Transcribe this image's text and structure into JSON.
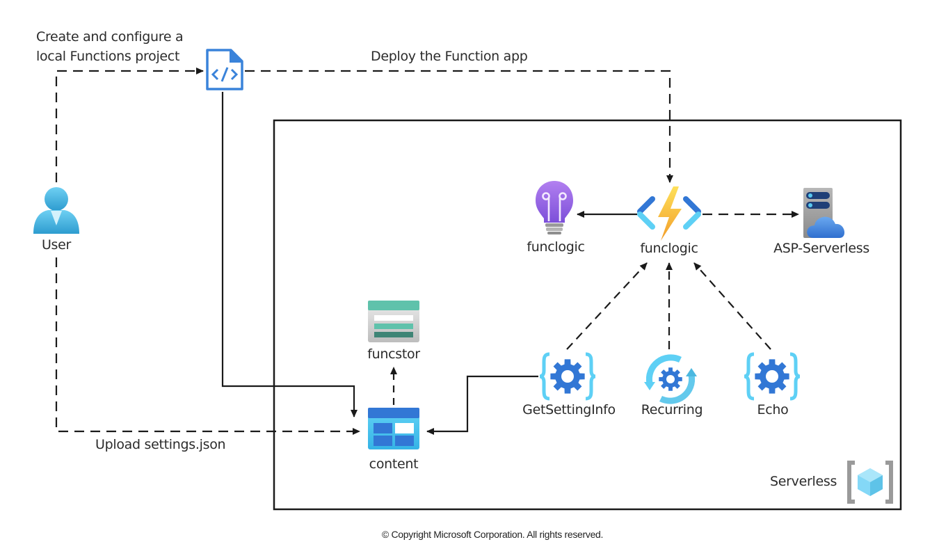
{
  "diagram": {
    "annotations": {
      "create_project": [
        "Create and configure a",
        "local Functions project"
      ],
      "deploy": "Deploy the Function app",
      "upload": "Upload settings.json"
    },
    "nodes": {
      "user": {
        "label": "User",
        "icon": "user-icon"
      },
      "code_file": {
        "label": "",
        "icon": "code-file-icon"
      },
      "app_insights": {
        "label": "funclogic",
        "icon": "application-insights-icon"
      },
      "function_app": {
        "label": "funclogic",
        "icon": "function-app-icon"
      },
      "app_service_plan": {
        "label": "ASP-Serverless",
        "icon": "app-service-plan-icon"
      },
      "storage_account": {
        "label": "funcstor",
        "icon": "storage-account-icon"
      },
      "blob_container": {
        "label": "content",
        "icon": "storage-container-icon"
      },
      "fn_getsettinginfo": {
        "label": "GetSettingInfo",
        "icon": "function-icon"
      },
      "fn_recurring": {
        "label": "Recurring",
        "icon": "timer-function-icon"
      },
      "fn_echo": {
        "label": "Echo",
        "icon": "function-icon"
      }
    },
    "resource_group": {
      "label": "Serverless",
      "icon": "resource-group-icon"
    },
    "edges": [
      {
        "from": "user",
        "to": "code_file",
        "style": "dashed",
        "label": "Create and configure a local Functions project"
      },
      {
        "from": "code_file",
        "to": "function_app",
        "style": "dashed",
        "label": "Deploy the Function app"
      },
      {
        "from": "code_file",
        "to": "blob_container",
        "style": "solid"
      },
      {
        "from": "user",
        "to": "blob_container",
        "style": "dashed",
        "label": "Upload settings.json"
      },
      {
        "from": "blob_container",
        "to": "storage_account",
        "style": "dashed"
      },
      {
        "from": "function_app",
        "to": "app_insights",
        "style": "solid"
      },
      {
        "from": "function_app",
        "to": "app_service_plan",
        "style": "dashed"
      },
      {
        "from": "fn_getsettinginfo",
        "to": "function_app",
        "style": "dashed"
      },
      {
        "from": "fn_recurring",
        "to": "function_app",
        "style": "dashed"
      },
      {
        "from": "fn_echo",
        "to": "function_app",
        "style": "dashed"
      },
      {
        "from": "fn_getsettinginfo",
        "to": "blob_container",
        "style": "solid"
      }
    ],
    "colors": {
      "line": "#1a1a1a",
      "azure_blue": "#3277d5",
      "light_blue": "#5ed0f5",
      "lightning": "#f7b928",
      "insights_purple": "#9e63e6",
      "storage_teal": "#5fc2ab",
      "storage_dark": "#3f8576",
      "server_gray": "#9c9c9c"
    }
  },
  "footer": {
    "copyright": "© Copyright Microsoft Corporation. All rights reserved."
  }
}
